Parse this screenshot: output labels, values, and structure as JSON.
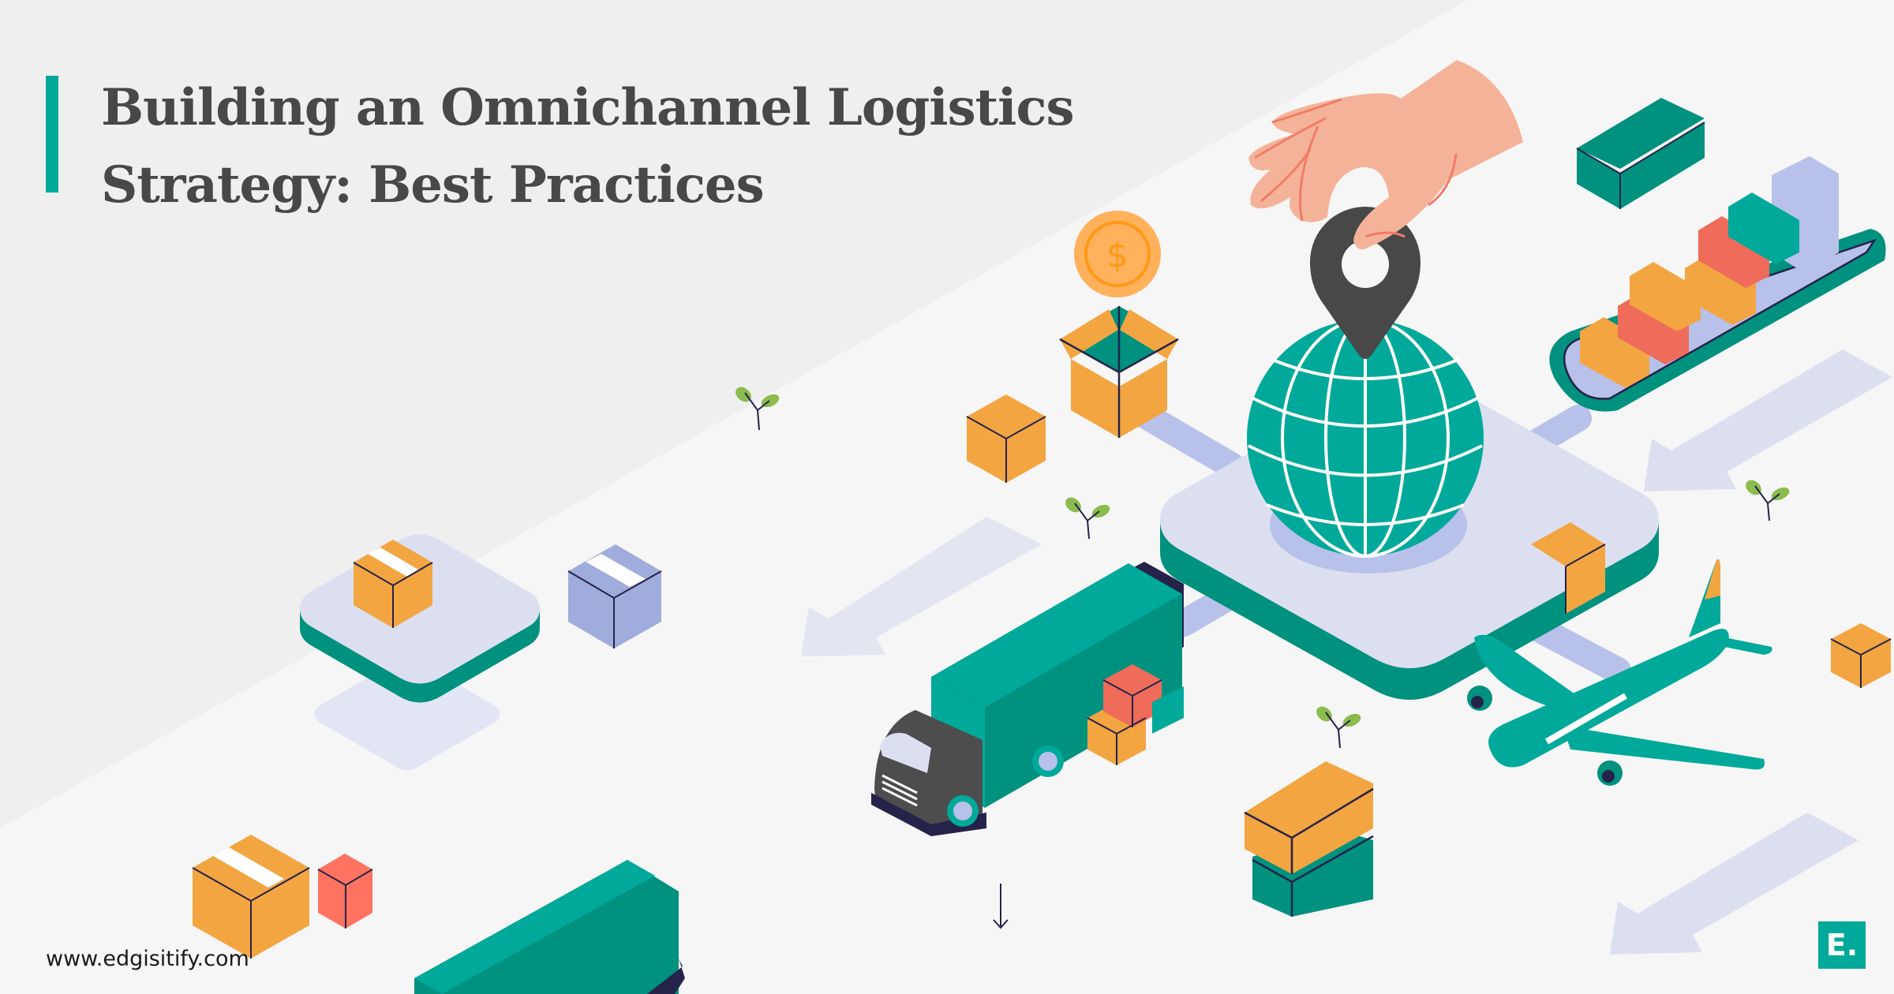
{
  "header": {
    "title_line1": "Building an Omnichannel Logistics",
    "title_line2": "Strategy: Best Practices"
  },
  "footer": {
    "website": "www.edgisitify.com",
    "logo_text": "E."
  },
  "illustration": {
    "coin_symbol": "$",
    "elements": [
      "hand-holding-location-pin",
      "globe-on-platform",
      "container-ship",
      "cargo-truck",
      "airplane",
      "shipping-boxes",
      "stacked-containers",
      "dollar-coin",
      "direction-arrows",
      "sprouts"
    ]
  },
  "colors": {
    "accent_teal": "#00a99a",
    "dark_teal": "#00917f",
    "orange": "#f2a541",
    "coral": "#ef6c5b",
    "lavender": "#b8c1ea",
    "light_lavender": "#dcdff0",
    "pin_gray": "#484848",
    "skin": "#f4b398",
    "navy_outline": "#25234a",
    "leaf_green": "#8bbc4d",
    "title_gray": "#484848",
    "bg_light": "#f6f6f6",
    "bg_band": "#efefef"
  }
}
